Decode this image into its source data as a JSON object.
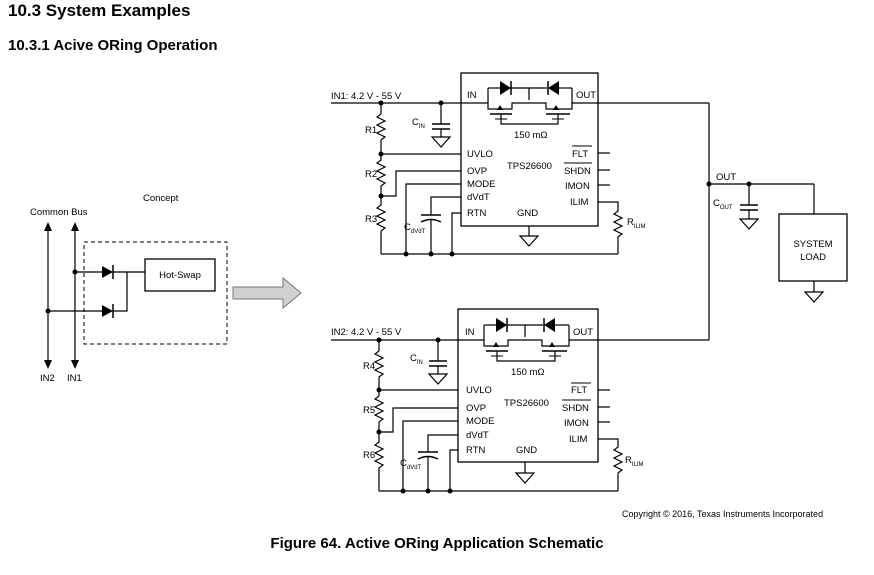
{
  "section_title": "10.3  System Examples",
  "subsection_title": "10.3.1   Acive ORing Operation",
  "caption": "Figure 64.  Active ORing Application Schematic",
  "copyright": "Copyright © 2016, Texas Instruments Incorporated",
  "concept": {
    "label": "Concept",
    "common_bus": "Common Bus",
    "hot_swap": "Hot-Swap",
    "in2": "IN2",
    "in1": "IN1"
  },
  "channel1": {
    "input_label": "IN1: 4.2 V - 55 V",
    "chip": "TPS26600",
    "resistance": "150 mΩ",
    "r_top": "R1",
    "r_mid": "R2",
    "r_bot": "R3"
  },
  "channel2": {
    "input_label": "IN2: 4.2 V - 55 V",
    "chip": "TPS26600",
    "resistance": "150 mΩ",
    "r_top": "R4",
    "r_mid": "R5",
    "r_bot": "R6"
  },
  "pins": {
    "in": "IN",
    "out": "OUT",
    "uvlo": "UVLO",
    "ovp": "OVP",
    "mode": "MODE",
    "dvdt": "dVdT",
    "rtn": "RTN",
    "gnd": "GND",
    "flt": "FLT",
    "shdn": "SHDN",
    "imon": "IMON",
    "ilim": "ILIM"
  },
  "components": {
    "cin": "C",
    "cin_sub": "IN",
    "cdvdt": "C",
    "cdvdt_sub": "dVdT",
    "rilim": "R",
    "rilim_sub": "ILIM",
    "cout": "C",
    "cout_sub": "OUT",
    "out_label": "OUT",
    "load_line1": "SYSTEM",
    "load_line2": "LOAD"
  }
}
